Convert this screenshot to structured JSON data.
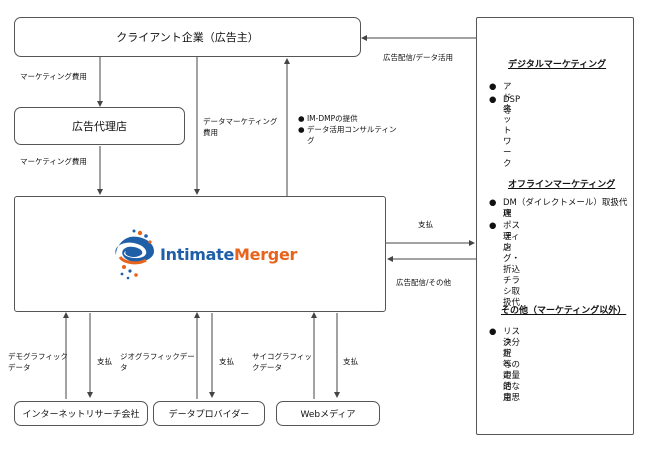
{
  "client": "クライアント企業（広告主）",
  "agency": "広告代理店",
  "logo": {
    "part1": "Intimate",
    "part2": "Merger",
    "color1": "#1f5fa8",
    "color2": "#e8641c"
  },
  "sources": [
    "インターネットリサーチ会社",
    "データプロバイダー",
    "Webメディア"
  ],
  "edges": {
    "marketing_fee_1": "マーケティング費用",
    "marketing_fee_2": "マーケティング費用",
    "data_marketing_fee": [
      "データマーケティング",
      "費用"
    ],
    "imdmp": [
      "IM-DMPの提供",
      "データ活用コンサルティン",
      "グ"
    ],
    "ad_delivery_top": "広告配信/データ活用",
    "payment_right": "支払",
    "ad_delivery_other": "広告配信/その他",
    "demographic": [
      "デモグラフィック",
      "データ"
    ],
    "payment_1": "支払",
    "geographic": [
      "ジオグラフィックデー",
      "タ"
    ],
    "payment_2": "支払",
    "psychographic": [
      "サイコグラフィッ",
      "クデータ"
    ],
    "payment_3": "支払"
  },
  "right_panel": {
    "digital": {
      "title": "デジタルマーケティング",
      "items": [
        "アドネットワーク",
        "DSP　等"
      ]
    },
    "offline": {
      "title": "オフラインマーケティング",
      "items": [
        [
          "DM（ダイレクトメール）取扱代理",
          "店"
        ],
        [
          "ポスティング・折込チラシ取扱代",
          "理店"
        ]
      ]
    },
    "other": {
      "title": "その他（マーケティング以外）",
      "items": [
        [
          "リスク分析　等の定量的な意思",
          "決定への活用"
        ]
      ]
    }
  },
  "colors": {
    "line": "#444444",
    "border": "#555555"
  }
}
